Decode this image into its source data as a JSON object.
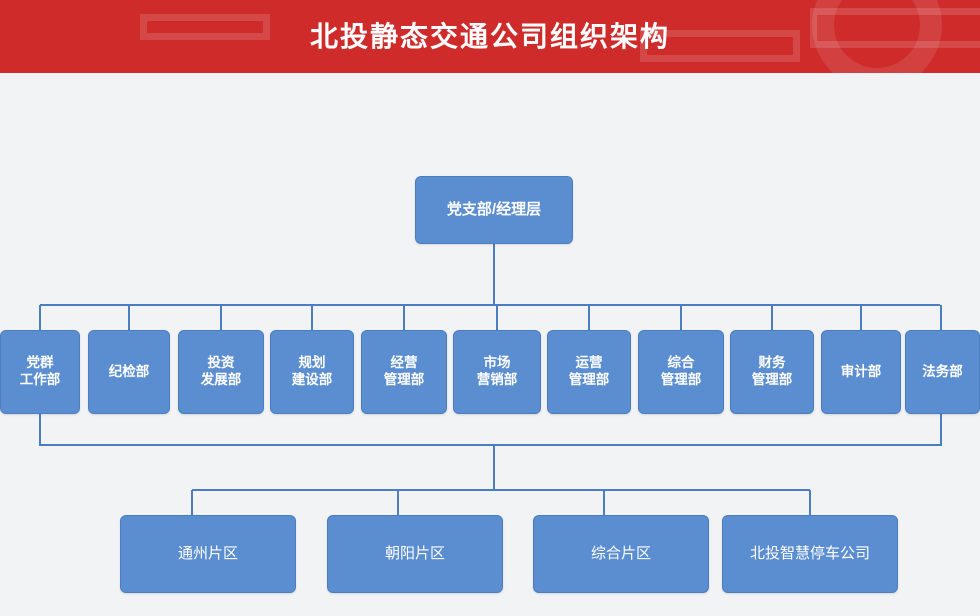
{
  "header": {
    "title": "北投静态交通公司组织架构",
    "background_color": "#cf2b2b",
    "text_color": "#ffffff"
  },
  "theme": {
    "node_fill": "#5b8ed0",
    "node_border": "#4a7ec0",
    "node_text": "#ffffff",
    "connector_color": "#4a7ec0",
    "canvas_background": "#f2f3f5"
  },
  "chart_data": {
    "type": "org-chart",
    "title": "北投静态交通公司组织架构",
    "levels": [
      {
        "level": 1,
        "name": "leadership",
        "nodes": [
          {
            "id": "root",
            "label": "党支部/经理层"
          }
        ]
      },
      {
        "level": 2,
        "name": "departments",
        "nodes": [
          {
            "id": "d1",
            "label": "党群\n工作部"
          },
          {
            "id": "d2",
            "label": "纪检部"
          },
          {
            "id": "d3",
            "label": "投资\n发展部"
          },
          {
            "id": "d4",
            "label": "规划\n建设部"
          },
          {
            "id": "d5",
            "label": "经营\n管理部"
          },
          {
            "id": "d6",
            "label": "市场\n营销部"
          },
          {
            "id": "d7",
            "label": "运营\n管理部"
          },
          {
            "id": "d8",
            "label": "综合\n管理部"
          },
          {
            "id": "d9",
            "label": "财务\n管理部"
          },
          {
            "id": "d10",
            "label": "审计部"
          },
          {
            "id": "d11",
            "label": "法务部"
          }
        ]
      },
      {
        "level": 3,
        "name": "regions",
        "nodes": [
          {
            "id": "r1",
            "label": "通州片区"
          },
          {
            "id": "r2",
            "label": "朝阳片区"
          },
          {
            "id": "r3",
            "label": "综合片区"
          },
          {
            "id": "r4",
            "label": "北投智慧停车公司"
          }
        ]
      }
    ]
  }
}
